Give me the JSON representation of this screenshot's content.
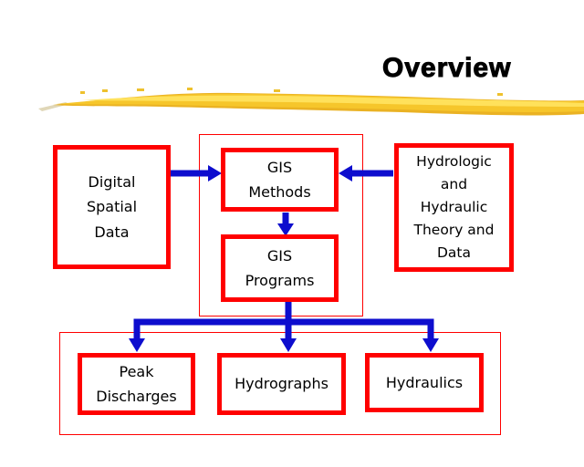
{
  "slide": {
    "title": "Overview",
    "colors": {
      "box_border_red": "#ff0000",
      "arrow_blue": "#0d0dce",
      "brush_gold": "#f6c62b",
      "text": "#000000",
      "background": "#ffffff"
    },
    "boxes": {
      "digital": {
        "label": "Digital\nSpatial\nData"
      },
      "gis_methods": {
        "label": "GIS\nMethods"
      },
      "gis_programs": {
        "label": "GIS\nPrograms"
      },
      "hydro_theory": {
        "label": "Hydrologic\nand\nHydraulic\nTheory and\nData"
      },
      "peak_discharges": {
        "label": "Peak\nDischarges"
      },
      "hydrographs": {
        "label": "Hydrographs"
      },
      "hydraulics": {
        "label": "Hydraulics"
      }
    }
  }
}
